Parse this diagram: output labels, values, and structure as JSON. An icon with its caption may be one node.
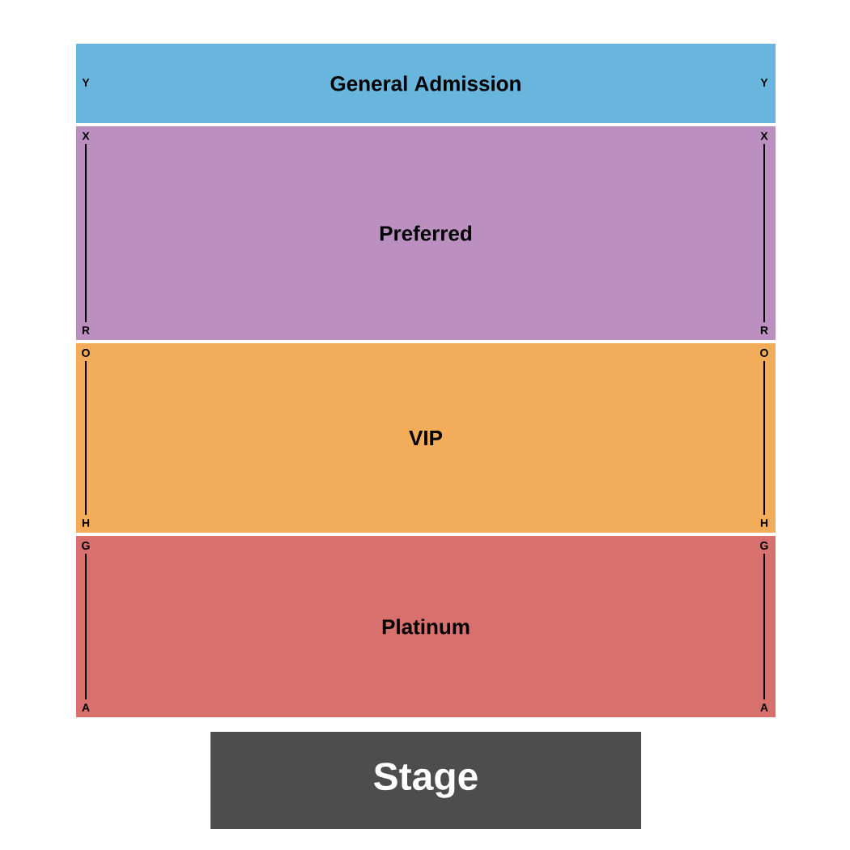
{
  "diagram": {
    "nodes": [
      {
        "text": [
          "General Admission"
        ]
      },
      {
        "text": [
          "Preferred"
        ]
      },
      {
        "text": [
          "VIP"
        ]
      },
      {
        "text": [
          "Platinum"
        ]
      },
      {
        "text": [
          "Stage"
        ]
      }
    ],
    "edges": [],
    "labels": [
      "Y",
      "Y",
      "X",
      "X",
      "R",
      "R",
      "O",
      "O",
      "H",
      "H",
      "G",
      "G",
      "A",
      "A"
    ]
  }
}
